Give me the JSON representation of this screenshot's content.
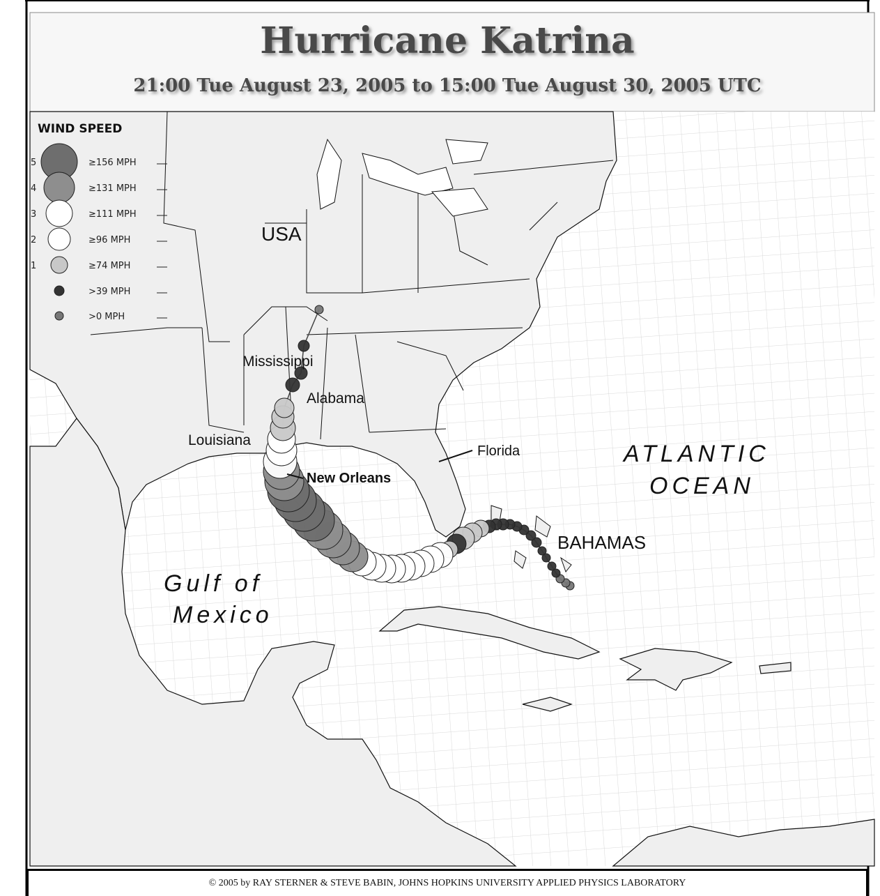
{
  "header": {
    "title": "Hurricane Katrina",
    "subtitle": "21:00 Tue August 23, 2005 to 15:00 Tue August 30, 2005 UTC"
  },
  "legend": {
    "title": "WIND SPEED",
    "items": [
      {
        "category": "5",
        "label": "≥156 MPH",
        "color": "#6e6e6e"
      },
      {
        "category": "4",
        "label": "≥131 MPH",
        "color": "#8e8e8e"
      },
      {
        "category": "3",
        "label": "≥111 MPH",
        "color": "#ffffff"
      },
      {
        "category": "2",
        "label": "≥96 MPH",
        "color": "#ffffff"
      },
      {
        "category": "1",
        "label": "≥74 MPH",
        "color": "#c8c8c8"
      },
      {
        "category": "",
        "label": ">39 MPH",
        "color": "#333333"
      },
      {
        "category": "",
        "label": ">0 MPH",
        "color": "#777777"
      }
    ]
  },
  "labels": {
    "usa": "USA",
    "mississippi": "Mississippi",
    "alabama": "Alabama",
    "louisiana": "Louisiana",
    "new_orleans": "New Orleans",
    "florida": "Florida",
    "atlantic_1": "ATLANTIC",
    "atlantic_2": "OCEAN",
    "bahamas": "BAHAMAS",
    "gulf_1": "Gulf of",
    "gulf_2": "Mexico"
  },
  "footer": {
    "credit": "© 2005 by RAY STERNER & STEVE BABIN, JOHNS HOPKINS UNIVERSITY APPLIED PHYSICS LABORATORY"
  }
}
